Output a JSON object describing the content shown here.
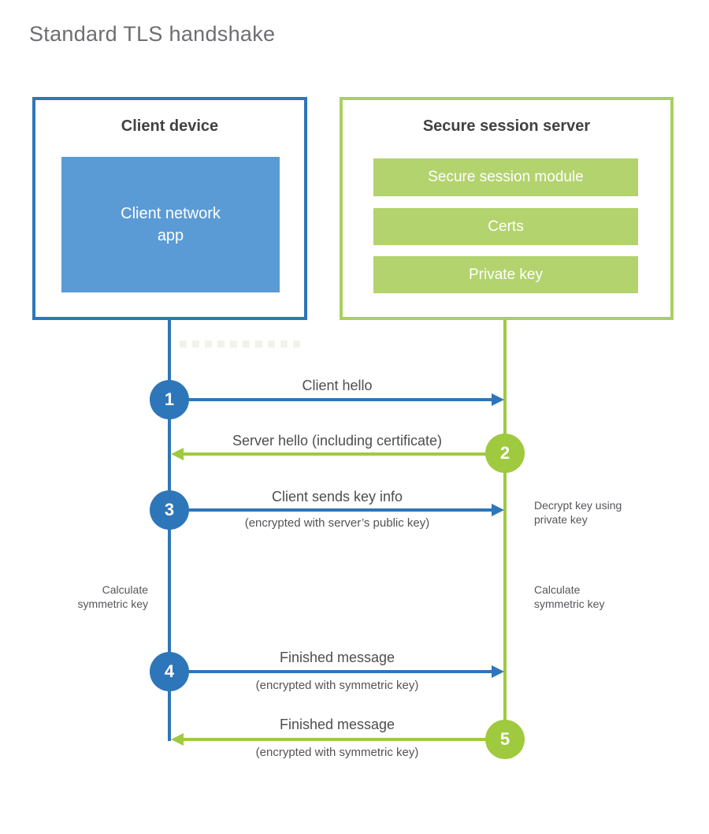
{
  "title": "Standard TLS handshake",
  "client": {
    "title": "Client device",
    "app": "Client network\napp"
  },
  "server": {
    "title": "Secure session server",
    "modules": [
      "Secure session module",
      "Certs",
      "Private key"
    ]
  },
  "steps": [
    {
      "num": "1",
      "label": "Client hello",
      "sub": ""
    },
    {
      "num": "2",
      "label": "Server hello (including certificate)",
      "sub": ""
    },
    {
      "num": "3",
      "label": "Client sends key info",
      "sub": "(encrypted with server’s public key)"
    },
    {
      "num": "4",
      "label": "Finished message",
      "sub": "(encrypted with symmetric key)"
    },
    {
      "num": "5",
      "label": "Finished message",
      "sub": "(encrypted with symmetric key)"
    }
  ],
  "notes": {
    "decrypt": "Decrypt key using\nprivate key",
    "calc_left": "Calculate\nsymmetric key",
    "calc_right": "Calculate\nsymmetric key"
  },
  "colors": {
    "blue": "#2e76ba",
    "blue_fill": "#5b9bd5",
    "green": "#9fca3f",
    "green_border": "#a9d05e",
    "green_fill": "#b3d36e"
  }
}
